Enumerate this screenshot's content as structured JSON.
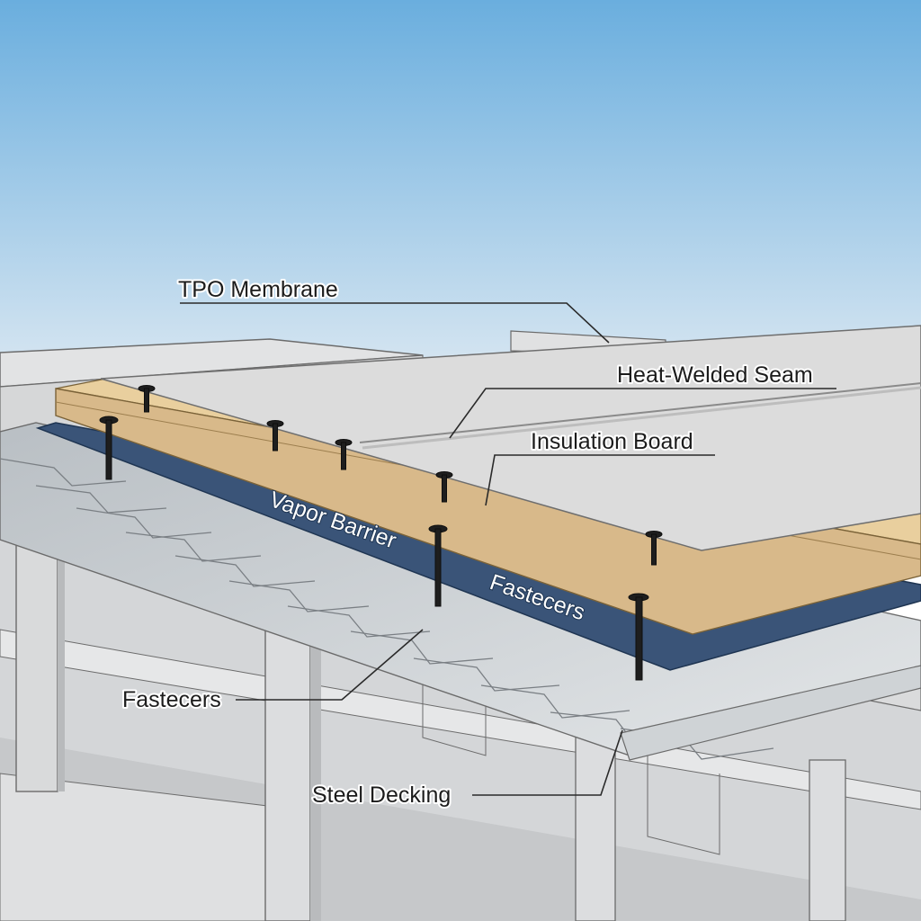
{
  "labels": {
    "tpo_membrane": "TPO Membrane",
    "heat_welded_seam": "Heat-Welded Seam",
    "insulation_board": "Insulation Board",
    "vapor_barrier": "Vapor Barrier",
    "fastecers_on_barrier": "Fastecers",
    "fastecers_left": "Fastecers",
    "steel_decking": "Steel Decking"
  },
  "colors": {
    "sky_top": "#6aaede",
    "sky_bottom": "#dbe8f2",
    "membrane": "#dcdcdc",
    "insulation": "#d8b98a",
    "vapor_barrier": "#3a5478",
    "steel_deck": "#c9ced2",
    "structure": "#d2d4d6",
    "fastener": "#1e1e1e"
  }
}
